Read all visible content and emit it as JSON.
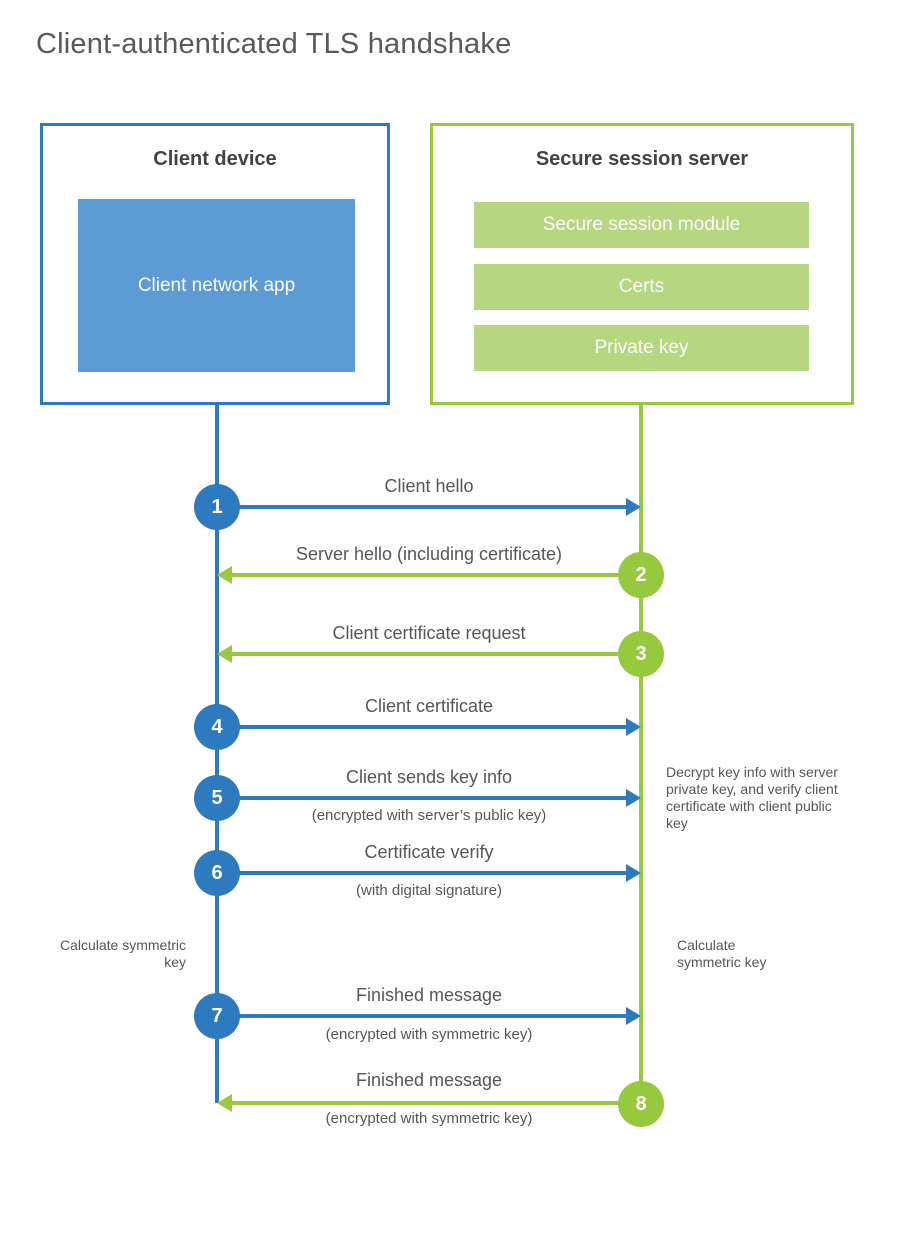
{
  "title": "Client-authenticated TLS handshake",
  "colors": {
    "blue_accent": "#2e7abc",
    "blue_fill": "#5c9bd3",
    "green_accent": "#97c93f",
    "green_fill": "#b6d77f",
    "label_text": "#55565a",
    "heading_text": "#404347"
  },
  "client": {
    "title": "Client device",
    "app_label": "Client network app"
  },
  "server": {
    "title": "Secure session server",
    "modules": [
      "Secure session module",
      "Certs",
      "Private key"
    ]
  },
  "steps": [
    {
      "num": "1",
      "label": "Client hello",
      "sub": "",
      "direction": "right",
      "color": "blue"
    },
    {
      "num": "2",
      "label": "Server hello (including certificate)",
      "sub": "",
      "direction": "left",
      "color": "green"
    },
    {
      "num": "3",
      "label": "Client certificate request",
      "sub": "",
      "direction": "left",
      "color": "green"
    },
    {
      "num": "4",
      "label": "Client certificate",
      "sub": "",
      "direction": "right",
      "color": "blue"
    },
    {
      "num": "5",
      "label": "Client sends key info",
      "sub": "(encrypted with server’s public key)",
      "direction": "right",
      "color": "blue"
    },
    {
      "num": "6",
      "label": "Certificate verify",
      "sub": "(with digital signature)",
      "direction": "right",
      "color": "blue"
    },
    {
      "num": "7",
      "label": "Finished message",
      "sub": "(encrypted with symmetric key)",
      "direction": "right",
      "color": "blue"
    },
    {
      "num": "8",
      "label": "Finished message",
      "sub": "(encrypted with symmetric key)",
      "direction": "left",
      "color": "green"
    }
  ],
  "notes": {
    "decrypt": "Decrypt key info with server private key, and verify client certificate with client public key",
    "calc_left": "Calculate symmetric key",
    "calc_right": "Calculate symmetric key"
  }
}
